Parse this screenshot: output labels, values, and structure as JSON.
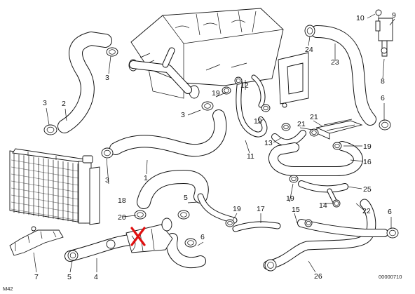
{
  "callouts": {
    "n1": "1",
    "n2": "2",
    "n3a": "3",
    "n3b": "3",
    "n3c": "3",
    "n3d": "3",
    "n4": "4",
    "n5a": "5",
    "n5b": "5",
    "n6a": "6",
    "n6b": "6",
    "n6c": "6",
    "n7": "7",
    "n8": "8",
    "n9": "9",
    "n10": "10",
    "n11": "11",
    "n12": "12",
    "n13": "13",
    "n14": "14",
    "n15": "15",
    "n16": "16",
    "n17": "17",
    "n18": "18",
    "n19a": "19",
    "n19b": "19",
    "n19c": "19",
    "n19d": "19",
    "n19e": "19",
    "n20": "20",
    "n21a": "21",
    "n21b": "21",
    "n22": "22",
    "n23": "23",
    "n24": "24",
    "n25": "25",
    "n26": "26"
  },
  "footer": {
    "left_code": "M42",
    "right_code": "00000710"
  },
  "marker": {
    "color": "#e01010"
  }
}
